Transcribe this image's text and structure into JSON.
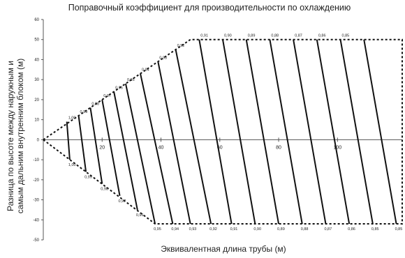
{
  "chart_data": {
    "type": "line",
    "title": "Поправочный коэффициент для производительности по охлаждению",
    "xlabel": "Эквивалентная длина трубы (м)",
    "ylabel_lines": [
      "Разница по высоте между наружным и",
      "самым дальним внутренним блоком (м)"
    ],
    "xlim": [
      0,
      122
    ],
    "ylim": [
      -50,
      60
    ],
    "x_ticks": [
      {
        "value": 20,
        "label": "20"
      },
      {
        "value": 40,
        "label": "40"
      },
      {
        "value": 60,
        "label": "60"
      },
      {
        "value": 80,
        "label": "80"
      },
      {
        "value": 100,
        "label": "100"
      }
    ],
    "y_ticks": [
      {
        "value": 60,
        "label": "60"
      },
      {
        "value": 50,
        "label": "50"
      },
      {
        "value": 40,
        "label": "40"
      },
      {
        "value": 30,
        "label": "30"
      },
      {
        "value": 20,
        "label": "20"
      },
      {
        "value": 10,
        "label": "10"
      },
      {
        "value": 0,
        "label": "0"
      },
      {
        "value": -10,
        "label": "-10"
      },
      {
        "value": -20,
        "label": "-20"
      },
      {
        "value": -30,
        "label": "-30"
      },
      {
        "value": -40,
        "label": "-40"
      },
      {
        "value": -50,
        "label": "-50"
      }
    ],
    "envelope": [
      [
        0,
        0
      ],
      [
        50,
        50
      ],
      [
        122,
        50
      ],
      [
        122,
        -42
      ],
      [
        38,
        -42
      ],
      [
        0,
        0
      ]
    ],
    "isolines": [
      {
        "x1": 8,
        "y1": 9,
        "x2": 9,
        "y2": -10,
        "upper_label": "1,00",
        "lower_label": "1,00"
      },
      {
        "x1": 12,
        "y1": 12,
        "x2": 14.5,
        "y2": -16,
        "upper_label": "0,99",
        "lower_label": "0,99"
      },
      {
        "x1": 16,
        "y1": 16,
        "x2": 20,
        "y2": -22,
        "upper_label": "0,98",
        "lower_label": "0,98"
      },
      {
        "x1": 20,
        "y1": 20,
        "x2": 26,
        "y2": -28,
        "upper_label": "0,97",
        "lower_label": "0,97"
      },
      {
        "x1": 24,
        "y1": 24,
        "x2": 32,
        "y2": -35,
        "upper_label": "0,96",
        "lower_label": "0,96"
      },
      {
        "x1": 28,
        "y1": 28,
        "x2": 38,
        "y2": -42,
        "upper_label": "0,95",
        "lower_label": "0,95"
      },
      {
        "x1": 33,
        "y1": 33,
        "x2": 44,
        "y2": -42,
        "upper_label": "0,94",
        "lower_label": "0,94"
      },
      {
        "x1": 39,
        "y1": 39,
        "x2": 50,
        "y2": -42,
        "upper_label": "0,93",
        "lower_label": "0,93"
      },
      {
        "x1": 45,
        "y1": 45,
        "x2": 57,
        "y2": -42,
        "upper_label": "0,92",
        "lower_label": "0,92"
      },
      {
        "x1": 53,
        "y1": 50,
        "x2": 64,
        "y2": -42,
        "upper_label": "0,91",
        "lower_label": "0,91"
      },
      {
        "x1": 61,
        "y1": 50,
        "x2": 72,
        "y2": -42,
        "upper_label": "0,90",
        "lower_label": "0,90"
      },
      {
        "x1": 69,
        "y1": 50,
        "x2": 80,
        "y2": -42,
        "upper_label": "0,89",
        "lower_label": "0,89"
      },
      {
        "x1": 77,
        "y1": 50,
        "x2": 88,
        "y2": -42,
        "upper_label": "0,88",
        "lower_label": "0,88"
      },
      {
        "x1": 85,
        "y1": 50,
        "x2": 96,
        "y2": -42,
        "upper_label": "0,87",
        "lower_label": "0,87"
      },
      {
        "x1": 93,
        "y1": 50,
        "x2": 104,
        "y2": -42,
        "upper_label": "0,86",
        "lower_label": "0,86"
      },
      {
        "x1": 101,
        "y1": 50,
        "x2": 112,
        "y2": -42,
        "upper_label": "0,85",
        "lower_label": "0,85"
      },
      {
        "x1": 109,
        "y1": 50,
        "x2": 120,
        "y2": -42,
        "upper_label": "",
        "lower_label": "0,85"
      }
    ],
    "colors": {
      "line": "#111111",
      "axis": "#555555",
      "text": "#222222"
    }
  }
}
